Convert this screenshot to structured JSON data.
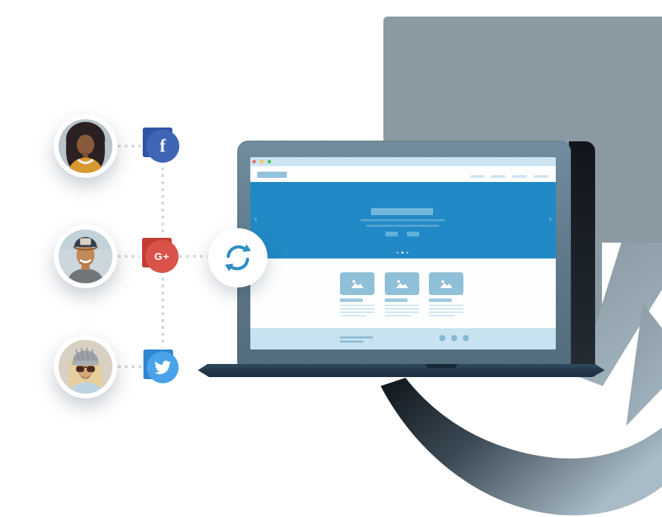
{
  "scene": {
    "title": "Social profiles syncing to a website — illustration",
    "background_color": "#ffffff"
  },
  "background": {
    "panel_color": "#8b99a2",
    "band_color": "#90a4b0",
    "swoosh_dark": "#0e141a",
    "swoosh_light": "#a9bbc7",
    "laptop_shadow_color": "#11171c"
  },
  "connections": {
    "style": "dotted",
    "color": "#d3d9dc"
  },
  "avatars": [
    {
      "id": "avatar-woman-curly-hair",
      "description": "woman with dark curly hair wearing mustard top"
    },
    {
      "id": "avatar-man-cap",
      "description": "smiling man wearing a cap"
    },
    {
      "id": "avatar-woman-sunglasses",
      "description": "blonde woman with beanie and sunglasses"
    }
  ],
  "social": {
    "facebook": {
      "label": "Facebook",
      "glyph": "f",
      "circle_color": "#3e66b4",
      "square_color": "#3153a6"
    },
    "google_plus": {
      "label": "Google Plus",
      "glyph": "G+",
      "circle_color": "#d9534a",
      "square_color": "#c13e35"
    },
    "twitter": {
      "label": "Twitter",
      "icon": "twitter-bird-icon",
      "circle_color": "#4aa3e8",
      "square_color": "#2f86d1"
    }
  },
  "sync": {
    "icon": "sync-arrows-icon",
    "arrow_color": "#2e8fc4",
    "badge_color": "#ffffff"
  },
  "laptop": {
    "bezel_color": "#62808f",
    "base_color": "#24394b",
    "browser": {
      "titlebar_color": "#cde4f0",
      "traffic_lights": [
        "#ef6762",
        "#f8c44c",
        "#42bf5a"
      ],
      "navbar": {
        "logo_placeholder": true,
        "nav_links_count": 4
      },
      "hero": {
        "bg": "#2189c5",
        "carousel_prev": "‹",
        "carousel_next": "›",
        "title_placeholder": true,
        "text_lines": 2,
        "buttons": 2,
        "pager_dots": 3,
        "active_dot": 2
      },
      "cards": {
        "count": 3,
        "image_icon": "picture-icon",
        "text_lines_per_card": 4
      },
      "footer": {
        "bg": "#c9e2f1",
        "text_lines": 2,
        "social_dots": 3
      }
    }
  }
}
